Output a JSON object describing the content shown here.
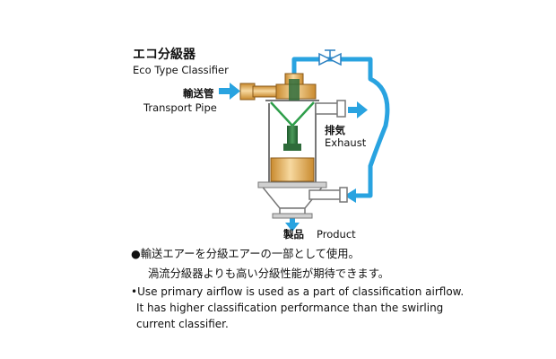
{
  "title": {
    "ja": "エコ分級器",
    "en": "Eco Type Classifier"
  },
  "labels": {
    "transport_pipe": {
      "ja": "輸送管",
      "en": "Transport Pipe"
    },
    "exhaust": {
      "ja": "排気",
      "en": "Exhaust"
    },
    "product": {
      "ja": "製品",
      "en": "Product"
    }
  },
  "description": {
    "ja_line1": "●輸送エアーを分級エアーの一部として使用。",
    "ja_line2": "渦流分級器よりも高い分級性能が期待できます。",
    "en_line1": "•Use primary airflow is used as a part of classification airflow.",
    "en_line2": "It has higher classification performance than the swirling",
    "en_line3": "current classifier."
  },
  "colors": {
    "arrow_blue": "#29a3e0",
    "pipe_orange": "#e8b86a",
    "dark_green": "#2e6b3a",
    "light_green": "#2e9e4a",
    "gray": "#9a9a9a"
  }
}
